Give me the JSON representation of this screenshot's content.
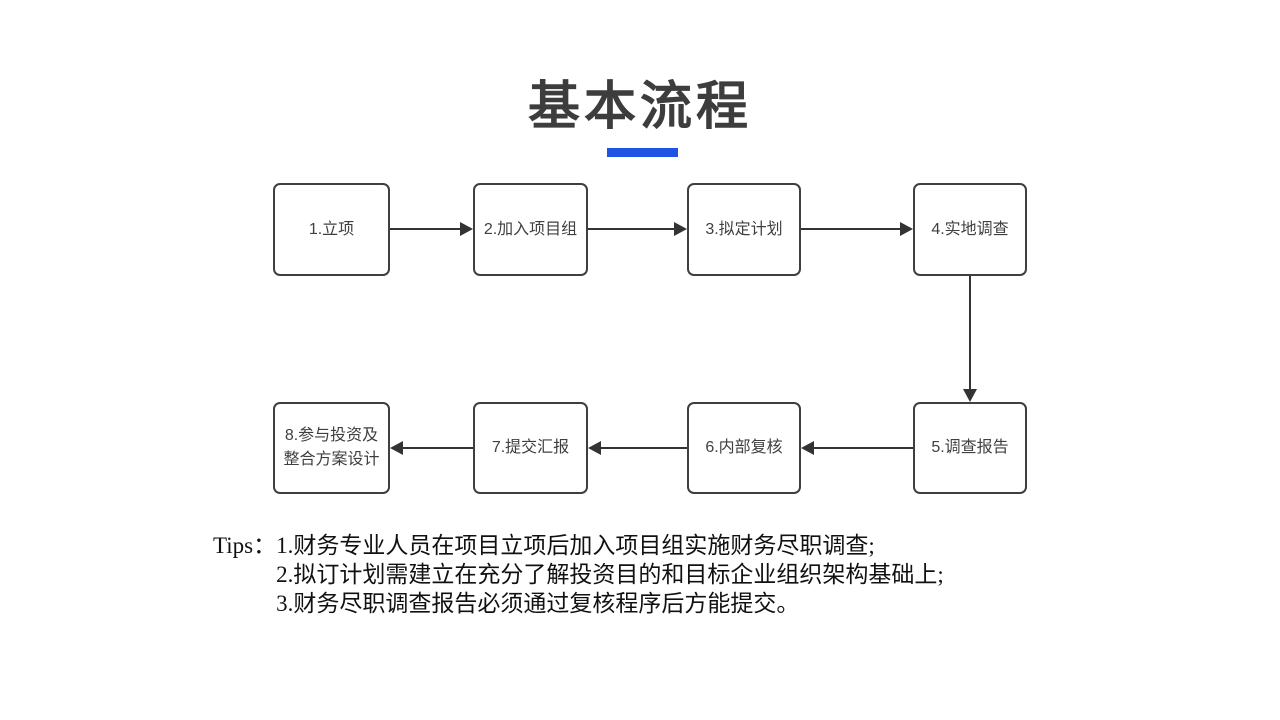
{
  "title": {
    "text": "基本流程",
    "color": "#3d3d3d",
    "underline_color": "#1e53e4"
  },
  "flow": {
    "box_border_color": "#3f3f3f",
    "arrow_color": "#333333",
    "steps": [
      {
        "id": 1,
        "label": "1.立项"
      },
      {
        "id": 2,
        "label": "2.加入项目组"
      },
      {
        "id": 3,
        "label": "3.拟定计划"
      },
      {
        "id": 4,
        "label": "4.实地调查"
      },
      {
        "id": 5,
        "label": "5.调查报告"
      },
      {
        "id": 6,
        "label": "6.内部复核"
      },
      {
        "id": 7,
        "label": "7.提交汇报"
      },
      {
        "id": 8,
        "label": "8.参与投资及\n整合方案设计"
      }
    ]
  },
  "tips": {
    "prefix": "Tips：",
    "items": [
      "1.财务专业人员在项目立项后加入项目组实施财务尽职调查;",
      "2.拟订计划需建立在充分了解投资目的和目标企业组织架构基础上;",
      "3.财务尽职调查报告必须通过复核程序后方能提交。"
    ]
  }
}
